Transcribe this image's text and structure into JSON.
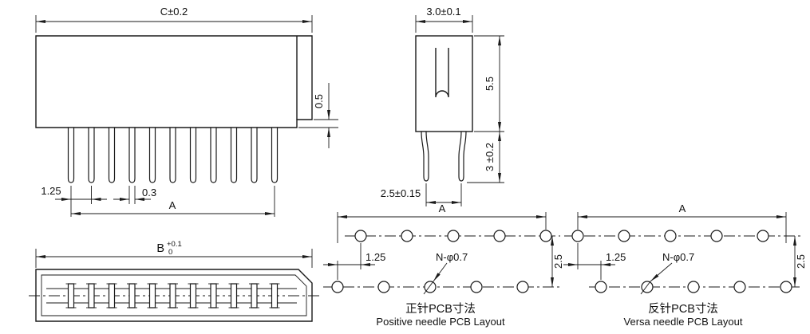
{
  "drawing": {
    "front_view": {
      "dim_c": "C±0.2",
      "dim_step": "0.5",
      "dim_pitch": "1.25",
      "dim_pin_width": "0.3",
      "dim_a": "A"
    },
    "side_view": {
      "dim_width": "3.0±0.1",
      "dim_height": "5.5",
      "dim_pin_length": "3 ±0.2",
      "dim_pin_span": "2.5±0.15"
    },
    "bottom_view": {
      "dim_b": "B",
      "dim_b_tol_upper": "+0.1",
      "dim_b_tol_lower": "0"
    },
    "pcb_positive": {
      "dim_a": "A",
      "dim_offset": "1.25",
      "hole_callout": "N-φ0.7",
      "dim_row_gap": "2.5",
      "title_cn": "正针PCB寸法",
      "title_en": "Positive needle PCB Layout"
    },
    "pcb_versa": {
      "dim_a": "A",
      "dim_offset": "1.25",
      "hole_callout": "N-φ0.7",
      "dim_row_gap": "2.5",
      "title_cn": "反针PCB寸法",
      "title_en": "Versa needle PCB Layout"
    }
  }
}
